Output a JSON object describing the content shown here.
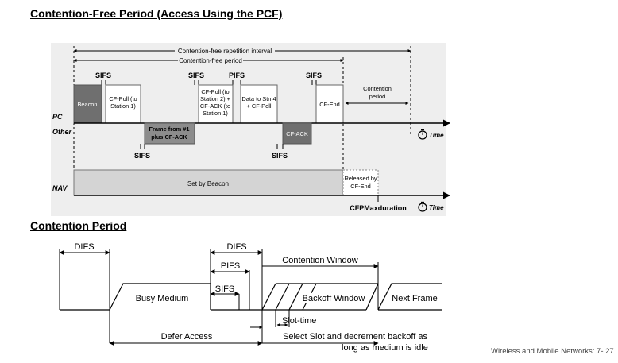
{
  "headings": {
    "cfp": "Contention-Free Period (Access Using the PCF)",
    "cp": "Contention Period"
  },
  "footer": "Wireless and Mobile Networks: 7- 27",
  "cfp_diagram": {
    "intervals": {
      "repetition": "Contention-free repetition interval",
      "period": "Contention-free period"
    },
    "row_labels": {
      "pc": "PC",
      "other": "Other",
      "nav": "NAV"
    },
    "ifs_labels": {
      "sifs_top1": "SIFS",
      "sifs_top2": "SIFS",
      "pifs_top": "PIFS",
      "sifs_top3": "SIFS",
      "sifs_bot1": "SIFS",
      "sifs_bot2": "SIFS"
    },
    "frames": {
      "beacon": "Beacon",
      "cf_poll_1": [
        "CF-Poll (to",
        "Station 1)"
      ],
      "frame_from_1": [
        "Frame from #1",
        "plus CF-ACK"
      ],
      "cf_poll_2": [
        "CF-Poll (to",
        "Station 2) +",
        "CF-ACK (to",
        "Station 1)"
      ],
      "data_stn4": [
        "Data to Stn 4",
        "+ CF-Poll"
      ],
      "cf_ack": "CF-ACK",
      "cf_end": "CF-End",
      "contention_period": [
        "Contention",
        "period"
      ]
    },
    "nav": {
      "set_by_beacon": "Set by Beacon",
      "released": [
        "Released by",
        "CF-End"
      ],
      "cfp_max": "CFPMaxduration"
    },
    "time_label": "Time",
    "colors": {
      "panel": "#eeeeee",
      "beacon": "#6f6f6f",
      "dark": "#8c8c8c",
      "light": "#d4d4d4"
    }
  },
  "cp_diagram": {
    "difs_left": "DIFS",
    "difs_right": "DIFS",
    "pifs": "PIFS",
    "sifs": "SIFS",
    "contention_window": "Contention Window",
    "busy_medium": "Busy Medium",
    "backoff_window": "Backoff Window",
    "next_frame": "Next Frame",
    "slot_time": "Slot-time",
    "defer_access": "Defer Access",
    "select_slot": [
      "Select Slot and decrement backoff as",
      "long as medium is idle"
    ]
  }
}
